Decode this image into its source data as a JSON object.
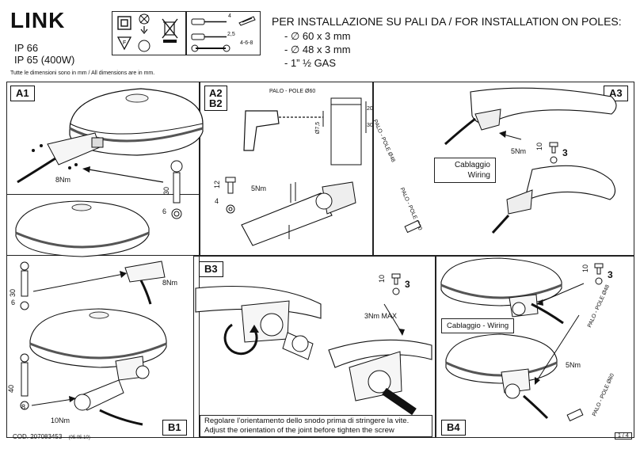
{
  "header": {
    "title": "LINK",
    "ip1": "IP 66",
    "ip2": "IP 65 (400W)",
    "units_note": "Tutte le dimensioni sono in mm / All dimensions are in mm.",
    "pole_heading": "PER INSTALLAZIONE SU PALI DA / FOR INSTALLATION ON POLES:",
    "pole_options": [
      "- ∅ 60 x 3 mm",
      "- ∅ 48 x 3 mm",
      "- 1” ½ GAS"
    ],
    "tool_numbers": [
      "4",
      "2,5",
      "4-6-8"
    ]
  },
  "panels": {
    "a1": {
      "label": "A1",
      "torque": "8Nm",
      "dim_len": "30",
      "dim_dia": "6"
    },
    "a2b2": {
      "label_a": "A2",
      "label_b": "B2",
      "pole_label": "PALO - POLE  Ø60",
      "dim_75": "Ø7,5",
      "dim_20": "20",
      "dim_30": "30",
      "screw_len": "12",
      "screw_dia": "4",
      "torque": "5Nm"
    },
    "a3": {
      "label": "A3",
      "pole48": "PALO - POLE Ø48",
      "pole60": "PALO - POLE Ø60",
      "torque": "5Nm",
      "screw_len": "10",
      "screw_dia": "3",
      "wiring": "Cablaggio\nWiring"
    },
    "b1": {
      "label": "B1",
      "torque_top": "8Nm",
      "torque_bottom": "10Nm",
      "dim_30": "30",
      "dim_6": "6",
      "dim_40": "40",
      "dim_8": "8"
    },
    "b3": {
      "label": "B3",
      "torque": "3Nm MAX",
      "screw_len": "10",
      "screw_dia": "3",
      "note_it": "Regolare l’orientamento dello snodo prima di stringere la vite.",
      "note_en": "Adjust the orientation of the joint before tighten the screw"
    },
    "b4": {
      "label": "B4",
      "wiring": "Cablaggio - Wiring",
      "torque": "5Nm",
      "pole48": "PALO - POLE Ø48",
      "pole60": "PALO - POLE Ø60",
      "screw_len": "10",
      "screw_dia": "3"
    }
  },
  "footer": {
    "code": "COD. 207083453",
    "date": "(05.05.10)",
    "page": "1 / 4"
  }
}
